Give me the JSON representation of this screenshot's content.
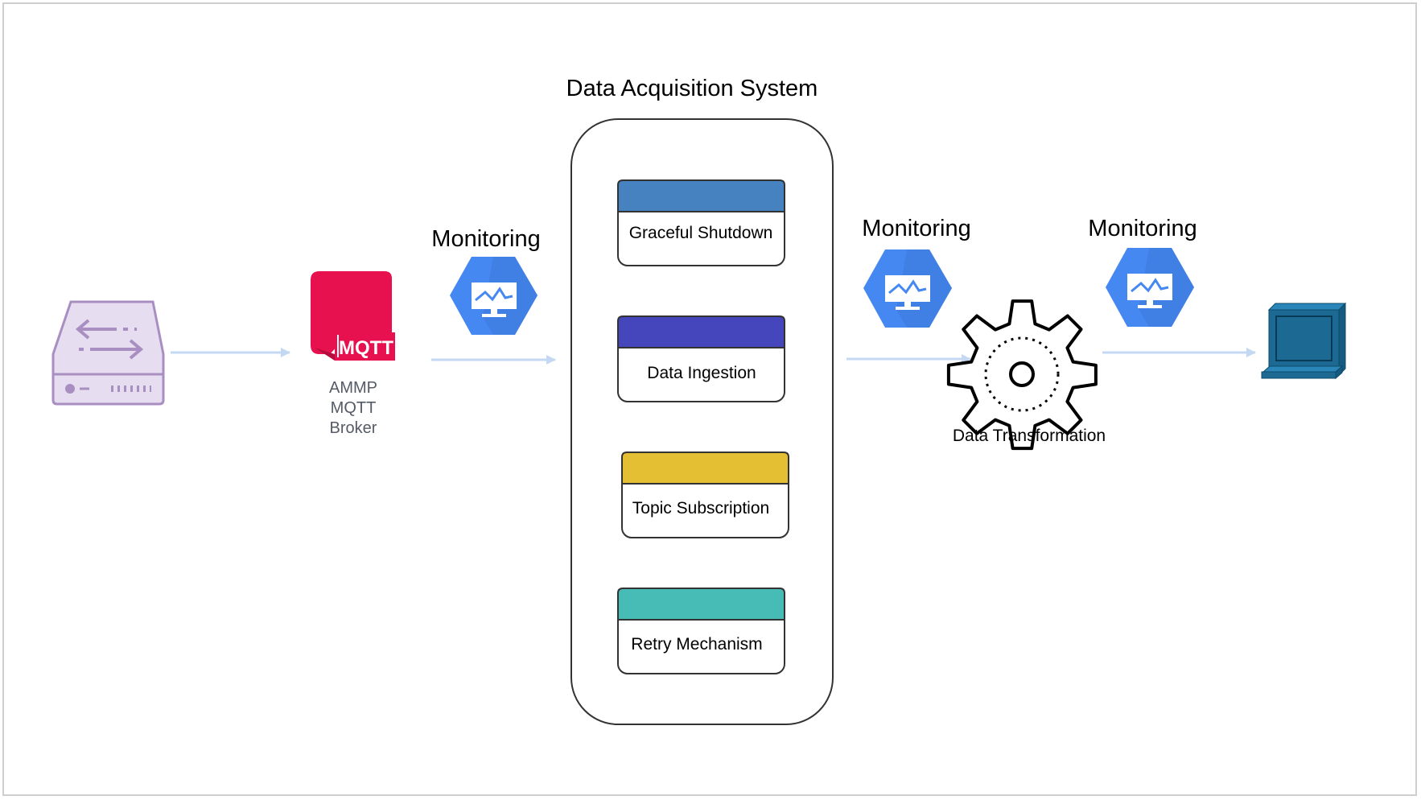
{
  "title": "Data Acquisition System",
  "broker": {
    "badge": "MQTT",
    "caption_lines": [
      "AMMP",
      "MQTT",
      "Broker"
    ]
  },
  "monitoring_labels": [
    "Monitoring",
    "Monitoring",
    "Monitoring"
  ],
  "components": [
    {
      "label": "Graceful Shutdown",
      "color": "#4682bf"
    },
    {
      "label": "Data Ingestion",
      "color": "#4546bb"
    },
    {
      "label": "Topic Subscription",
      "color": "#e4bf33"
    },
    {
      "label": "Retry Mechanism",
      "color": "#47bcb7"
    }
  ],
  "transformation_label": "Data Transformation",
  "icons": {
    "source": "server-transfer-icon",
    "monitoring": "monitoring-hexagon-icon",
    "transformation": "gear-icon",
    "destination": "computer-terminal-icon"
  },
  "colors": {
    "mqtt_red": "#e8114f",
    "hexagon_blue": "#4688f1",
    "arrow": "#c4d8f4",
    "terminal": "#1c6a94",
    "server": "#a88ec1"
  }
}
